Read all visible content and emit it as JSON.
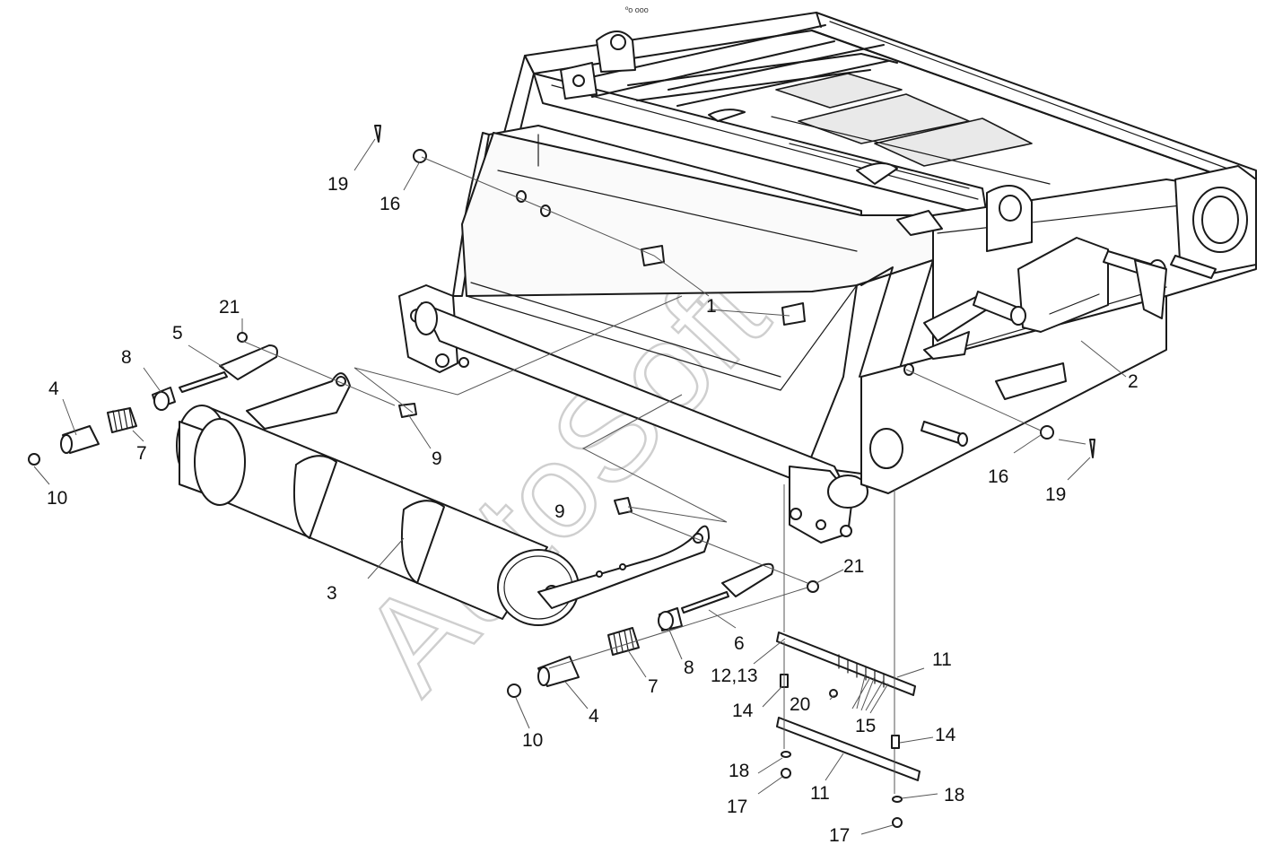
{
  "diagram": {
    "watermark": "AutoSoft",
    "top_marker": "ºo ooo",
    "callouts": [
      {
        "id": "c1",
        "text": "1"
      },
      {
        "id": "c2",
        "text": "2"
      },
      {
        "id": "c3",
        "text": "3"
      },
      {
        "id": "c4a",
        "text": "4"
      },
      {
        "id": "c4b",
        "text": "4"
      },
      {
        "id": "c5",
        "text": "5"
      },
      {
        "id": "c6",
        "text": "6"
      },
      {
        "id": "c7a",
        "text": "7"
      },
      {
        "id": "c7b",
        "text": "7"
      },
      {
        "id": "c8a",
        "text": "8"
      },
      {
        "id": "c8b",
        "text": "8"
      },
      {
        "id": "c9a",
        "text": "9"
      },
      {
        "id": "c9b",
        "text": "9"
      },
      {
        "id": "c10a",
        "text": "10"
      },
      {
        "id": "c10b",
        "text": "10"
      },
      {
        "id": "c11a",
        "text": "11"
      },
      {
        "id": "c11b",
        "text": "11"
      },
      {
        "id": "c1213",
        "text": "12,13"
      },
      {
        "id": "c14a",
        "text": "14"
      },
      {
        "id": "c14b",
        "text": "14"
      },
      {
        "id": "c15",
        "text": "15"
      },
      {
        "id": "c16a",
        "text": "16"
      },
      {
        "id": "c16b",
        "text": "16"
      },
      {
        "id": "c17a",
        "text": "17"
      },
      {
        "id": "c17b",
        "text": "17"
      },
      {
        "id": "c18a",
        "text": "18"
      },
      {
        "id": "c18b",
        "text": "18"
      },
      {
        "id": "c19a",
        "text": "19"
      },
      {
        "id": "c19b",
        "text": "19"
      },
      {
        "id": "c20",
        "text": "20"
      },
      {
        "id": "c21a",
        "text": "21"
      },
      {
        "id": "c21b",
        "text": "21"
      }
    ]
  }
}
